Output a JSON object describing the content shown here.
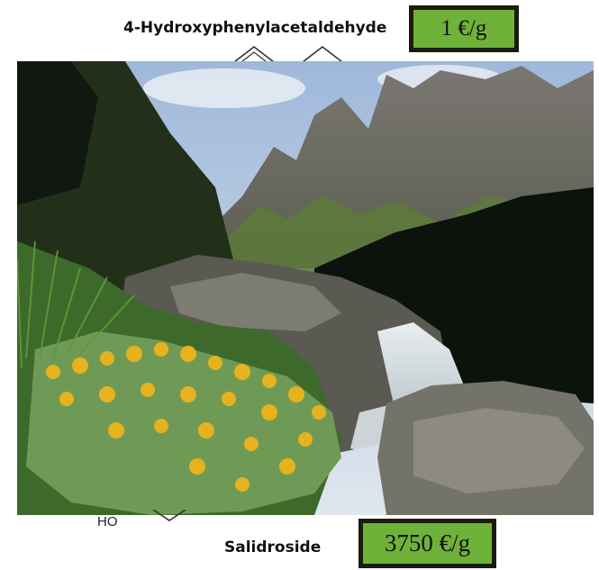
{
  "top": {
    "compound": "4-Hydroxyphenylacetaldehyde",
    "price": "1 €/g"
  },
  "bottom": {
    "compound": "Salidroside",
    "price": "3750 €/g"
  },
  "molecule_fragment": {
    "hydroxyl_label": "HO"
  },
  "colors": {
    "price_box": "#6fb23a",
    "price_border": "#1c1c0e"
  },
  "photo": {
    "subject": "mountain-landscape-with-flowering-plant"
  }
}
